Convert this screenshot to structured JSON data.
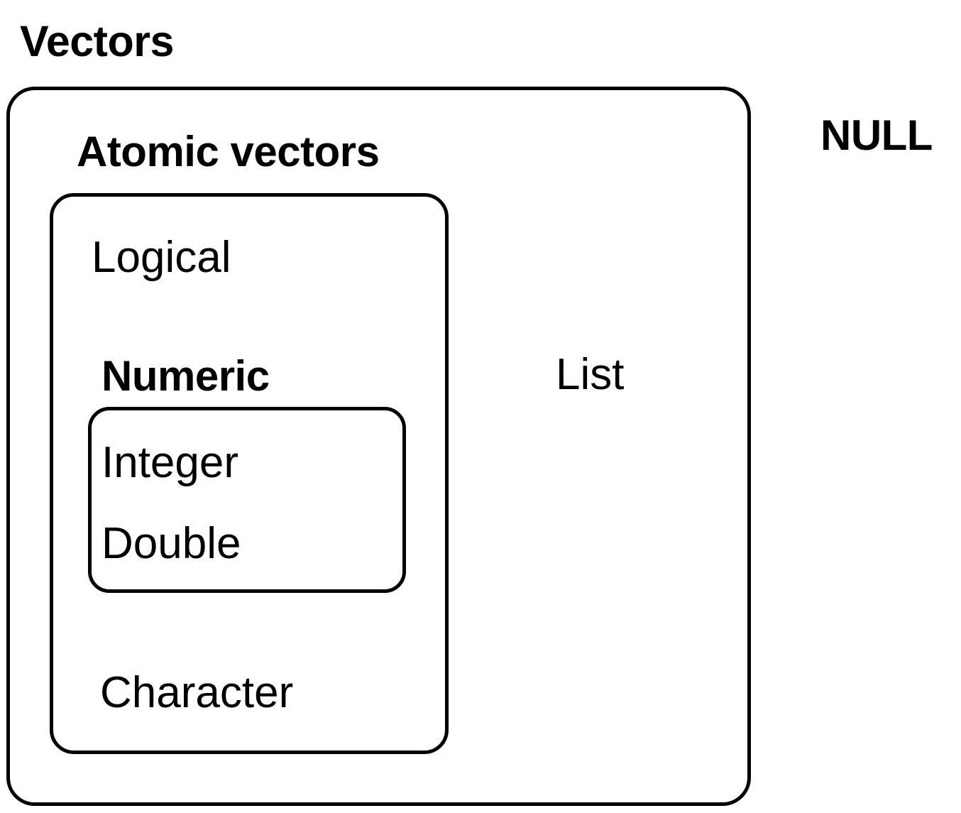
{
  "diagram": {
    "title": "Vectors",
    "type": "nested-set-diagram",
    "subject": "R data types",
    "colors": {
      "stroke": "#000000",
      "background": "#ffffff",
      "text": "#000000"
    },
    "outer_group": {
      "label": "Vectors",
      "label_weight": "bold",
      "shape": "rounded-rectangle"
    },
    "atomic_group": {
      "label": "Atomic vectors",
      "label_weight": "bold",
      "shape": "rounded-rectangle",
      "members": [
        {
          "label": "Logical",
          "weight": "regular"
        },
        {
          "label": "Numeric",
          "weight": "bold"
        },
        {
          "label": "Character",
          "weight": "regular"
        }
      ]
    },
    "numeric_group": {
      "label": "Numeric",
      "label_weight": "bold",
      "shape": "rounded-rectangle",
      "members": [
        {
          "label": "Integer",
          "weight": "regular"
        },
        {
          "label": "Double",
          "weight": "regular"
        }
      ]
    },
    "list_item": {
      "label": "List",
      "weight": "regular"
    },
    "outside_item": {
      "label": "NULL",
      "weight": "bold"
    },
    "labels": {
      "vectors": "Vectors",
      "atomic_vectors": "Atomic vectors",
      "logical": "Logical",
      "numeric": "Numeric",
      "integer": "Integer",
      "double": "Double",
      "character": "Character",
      "list": "List",
      "null": "NULL"
    }
  }
}
